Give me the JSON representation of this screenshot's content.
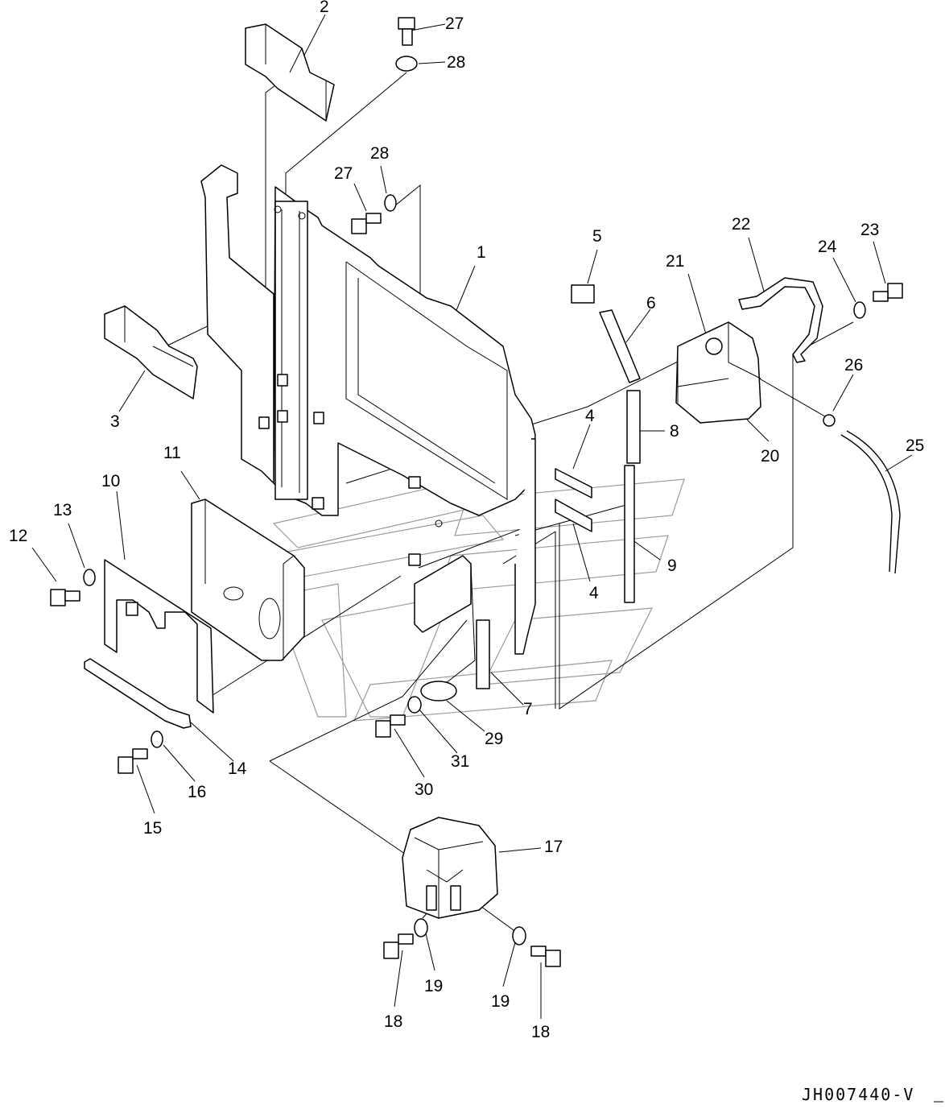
{
  "diagram": {
    "drawing_code": "JH007440-V",
    "callouts": [
      {
        "id": "c1",
        "label": "1"
      },
      {
        "id": "c2",
        "label": "2"
      },
      {
        "id": "c3",
        "label": "3"
      },
      {
        "id": "c4a",
        "label": "4"
      },
      {
        "id": "c4b",
        "label": "4"
      },
      {
        "id": "c5",
        "label": "5"
      },
      {
        "id": "c6",
        "label": "6"
      },
      {
        "id": "c7",
        "label": "7"
      },
      {
        "id": "c8",
        "label": "8"
      },
      {
        "id": "c9",
        "label": "9"
      },
      {
        "id": "c10",
        "label": "10"
      },
      {
        "id": "c11",
        "label": "11"
      },
      {
        "id": "c12",
        "label": "12"
      },
      {
        "id": "c13",
        "label": "13"
      },
      {
        "id": "c14",
        "label": "14"
      },
      {
        "id": "c15",
        "label": "15"
      },
      {
        "id": "c16",
        "label": "16"
      },
      {
        "id": "c17",
        "label": "17"
      },
      {
        "id": "c18a",
        "label": "18"
      },
      {
        "id": "c18b",
        "label": "18"
      },
      {
        "id": "c19a",
        "label": "19"
      },
      {
        "id": "c19b",
        "label": "19"
      },
      {
        "id": "c20",
        "label": "20"
      },
      {
        "id": "c21",
        "label": "21"
      },
      {
        "id": "c22",
        "label": "22"
      },
      {
        "id": "c23",
        "label": "23"
      },
      {
        "id": "c24",
        "label": "24"
      },
      {
        "id": "c25",
        "label": "25"
      },
      {
        "id": "c26",
        "label": "26"
      },
      {
        "id": "c27a",
        "label": "27"
      },
      {
        "id": "c27b",
        "label": "27"
      },
      {
        "id": "c28a",
        "label": "28"
      },
      {
        "id": "c28b",
        "label": "28"
      },
      {
        "id": "c29",
        "label": "29"
      },
      {
        "id": "c30",
        "label": "30"
      },
      {
        "id": "c31",
        "label": "31"
      }
    ]
  }
}
